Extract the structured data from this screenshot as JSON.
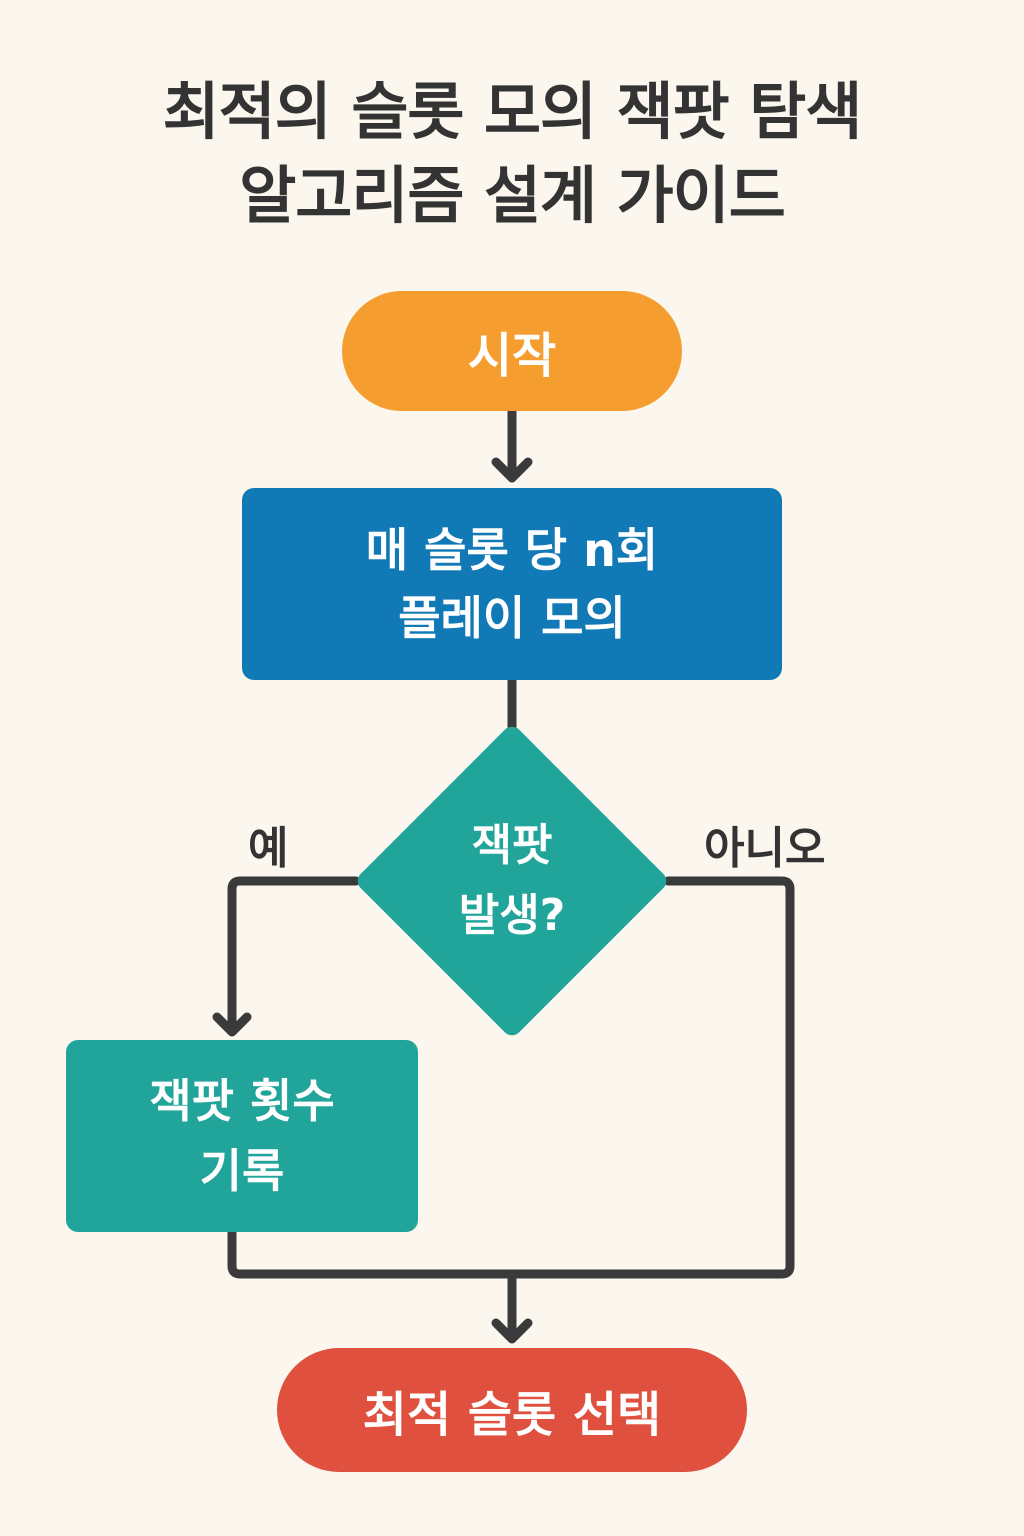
{
  "title": {
    "line1": "최적의 슬롯 모의 잭팟 탐색",
    "line2": "알고리즘 설계 가이드"
  },
  "nodes": {
    "start": {
      "label": "시작"
    },
    "simulate": {
      "line1": "매 슬롯 당 n회",
      "line2": "플레이 모의"
    },
    "decision": {
      "line1": "잭팟",
      "line2": "발생?"
    },
    "record": {
      "line1": "잭팟 횟수",
      "line2": "기록"
    },
    "end": {
      "label": "최적 슬롯 선택"
    }
  },
  "branches": {
    "yes": "예",
    "no": "아니오"
  },
  "colors": {
    "background": "#FBF7EE",
    "start": "#F59E2F",
    "simulate": "#1279B7",
    "decision": "#21A59A",
    "record": "#21A59A",
    "end": "#E0503F",
    "connector": "#3A3A3A",
    "text_dark": "#333333"
  }
}
